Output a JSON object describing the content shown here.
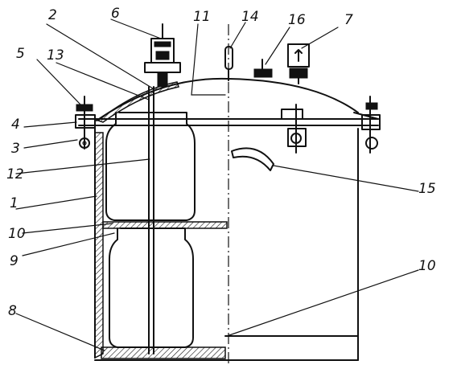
{
  "diagram": {
    "callouts": [
      {
        "id": "c1",
        "text": "1"
      },
      {
        "id": "c2",
        "text": "2"
      },
      {
        "id": "c3",
        "text": "3"
      },
      {
        "id": "c4",
        "text": "4"
      },
      {
        "id": "c5",
        "text": "5"
      },
      {
        "id": "c6",
        "text": "6"
      },
      {
        "id": "c7",
        "text": "7"
      },
      {
        "id": "c8",
        "text": "8"
      },
      {
        "id": "c9",
        "text": "9"
      },
      {
        "id": "c10a",
        "text": "10"
      },
      {
        "id": "c10b",
        "text": "10"
      },
      {
        "id": "c11",
        "text": "11"
      },
      {
        "id": "c12",
        "text": "12"
      },
      {
        "id": "c13",
        "text": "13"
      },
      {
        "id": "c14",
        "text": "14"
      },
      {
        "id": "c15",
        "text": "15"
      },
      {
        "id": "c16",
        "text": "16"
      }
    ]
  }
}
